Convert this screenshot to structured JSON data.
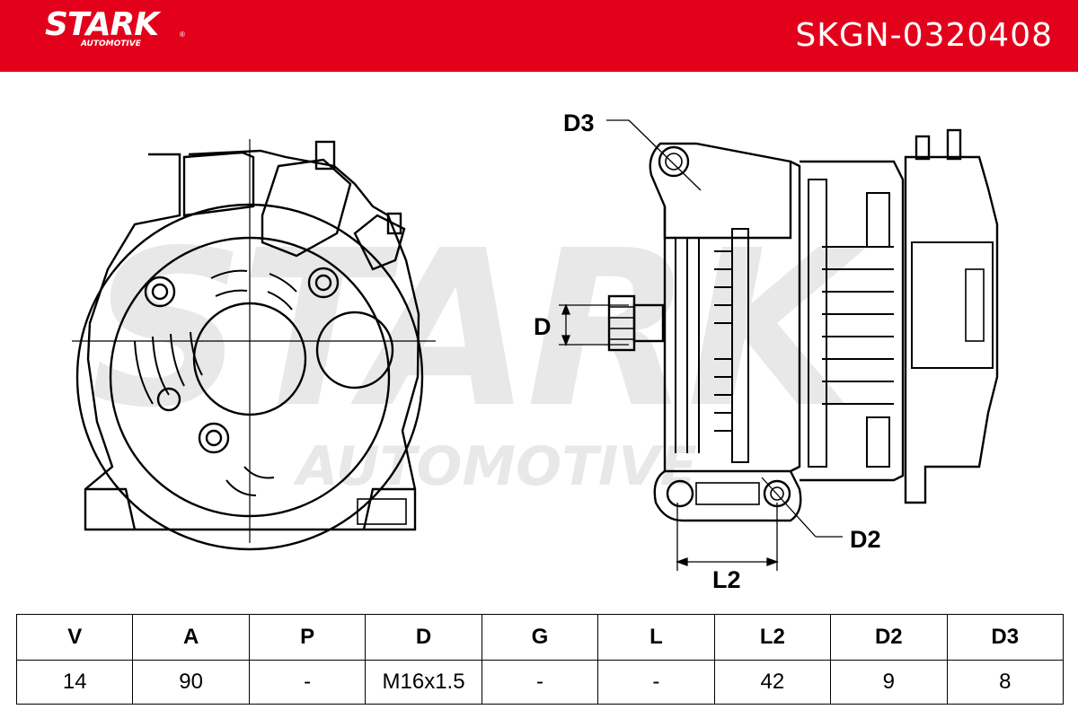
{
  "header": {
    "brand": "STARK",
    "brand_sub": "AUTOMOTIVE",
    "registered_mark": "®",
    "part_number": "SKGN-0320408",
    "bg_color": "#e3001b"
  },
  "drawing": {
    "watermark_main": "STARK",
    "watermark_sub": "AUTOMOTIVE",
    "labels": {
      "d3": "D3",
      "d": "D",
      "d2": "D2",
      "l2": "L2"
    }
  },
  "spec_table": {
    "headers": [
      "V",
      "A",
      "P",
      "D",
      "G",
      "L",
      "L2",
      "D2",
      "D3"
    ],
    "values": [
      "14",
      "90",
      "-",
      "M16x1.5",
      "-",
      "-",
      "42",
      "9",
      "8"
    ]
  }
}
